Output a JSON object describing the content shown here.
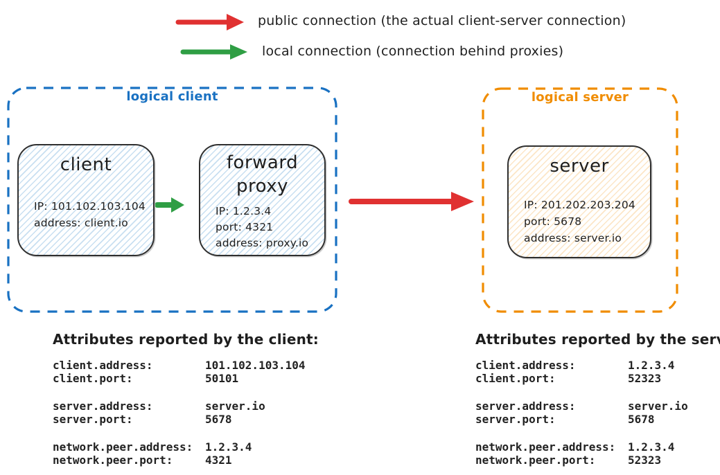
{
  "colors": {
    "red": "#e03131",
    "green": "#2f9e44",
    "blue": "#1971c2",
    "orange": "#f08c00",
    "ink": "#1e1e1e"
  },
  "legend": {
    "public_label": "public connection (the actual client-server connection)",
    "local_label": "local connection (connection behind proxies)"
  },
  "logical_client": {
    "label": "logical client"
  },
  "logical_server": {
    "label": "logical server"
  },
  "client_node": {
    "title": "client",
    "ip": "IP: 101.102.103.104",
    "address": "address: client.io"
  },
  "proxy_node": {
    "title_line1": "forward",
    "title_line2": "proxy",
    "ip": "IP: 1.2.3.4",
    "port": "port: 4321",
    "address": "address: proxy.io"
  },
  "server_node": {
    "title": "server",
    "ip": "IP: 201.202.203.204",
    "port": "port: 5678",
    "address": "address: server.io"
  },
  "client_attrs": {
    "heading": "Attributes reported by the client:",
    "rows": [
      {
        "key": "client.address:",
        "value": "101.102.103.104"
      },
      {
        "key": "client.port:",
        "value": "50101"
      },
      {
        "key": "server.address:",
        "value": "server.io"
      },
      {
        "key": "server.port:",
        "value": "5678"
      },
      {
        "key": "network.peer.address:",
        "value": "1.2.3.4"
      },
      {
        "key": "network.peer.port:",
        "value": "4321"
      }
    ]
  },
  "server_attrs": {
    "heading": "Attributes reported by the server:",
    "rows": [
      {
        "key": "client.address:",
        "value": "1.2.3.4"
      },
      {
        "key": "client.port:",
        "value": "52323"
      },
      {
        "key": "server.address:",
        "value": "server.io"
      },
      {
        "key": "server.port:",
        "value": "5678"
      },
      {
        "key": "network.peer.address:",
        "value": "1.2.3.4"
      },
      {
        "key": "network.peer.port:",
        "value": "52323"
      }
    ]
  }
}
